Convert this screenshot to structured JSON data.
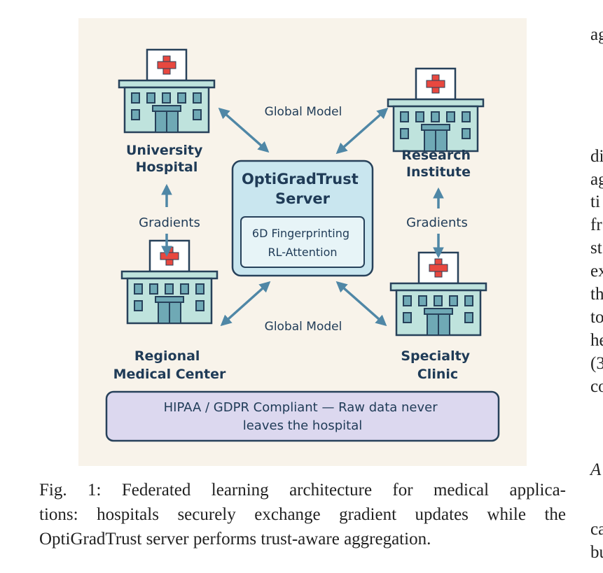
{
  "diagram": {
    "hospitals": [
      {
        "id": "university",
        "lines": [
          "University",
          "Hospital"
        ]
      },
      {
        "id": "research",
        "lines": [
          "Research",
          "Institute"
        ]
      },
      {
        "id": "regional",
        "lines": [
          "Regional",
          "Medical Center"
        ]
      },
      {
        "id": "specialty",
        "lines": [
          "Specialty",
          "Clinic"
        ]
      }
    ],
    "server": {
      "title_lines": [
        "OptiGradTrust",
        "Server"
      ],
      "module_lines": [
        "6D Fingerprinting",
        "RL-Attention"
      ]
    },
    "edge_labels": {
      "global_top": "Global Model",
      "global_bottom": "Global Model",
      "gradients_left": "Gradients",
      "gradients_right": "Gradients"
    },
    "compliance_lines": [
      "HIPAA / GDPR Compliant — Raw data never",
      "leaves the hospital"
    ]
  },
  "caption": {
    "lines": [
      "Fig. 1: Federated learning architecture for medical applica-",
      "tions: hospitals securely exchange gradient updates while the",
      "OptiGradTrust server performs trust-aware aggregation."
    ]
  },
  "right_column_fragments": [
    "ag",
    "di",
    "ag",
    "ti",
    "fr",
    "st",
    "ex",
    "th",
    "to",
    "he",
    "(3",
    "co",
    "A",
    "ca",
    "bu"
  ],
  "colors": {
    "panel_bg": "#f8f3ea",
    "building": "#bfe3dd",
    "outline": "#27415a",
    "arrow": "#4f87a6",
    "cross": "#e8483f",
    "server_bg": "#c9e6ef",
    "compliance_bg": "#dcd8ef"
  }
}
